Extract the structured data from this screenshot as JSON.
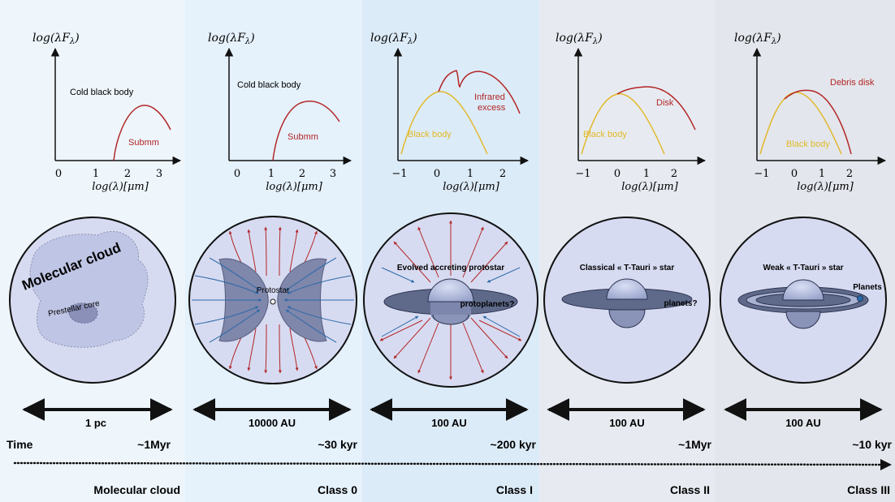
{
  "colors": {
    "panel_bg": [
      "#eef6fc",
      "#e3f0fa",
      "#dcebf8",
      "#e6ebf1",
      "#e3e6ec"
    ],
    "circle_fill": "#d7dbf1",
    "cloud_fill": "#bfc5e4",
    "red": "#b22626",
    "gold": "#e2b92a",
    "blue_arrow": "#2d6aa8",
    "dark_disk": "#5f6a8a",
    "sphere": "#bfc8e6"
  },
  "panels": [
    {
      "y_axis_label": "log(λF",
      "y_axis_sub": "λ",
      "x_axis_label": "log(λ)[μm]",
      "ticks": [
        "0",
        "1",
        "2",
        "3"
      ],
      "curve_labels": [
        "Cold black body",
        "Submm"
      ],
      "scale_label": "1 pc",
      "time_left": "Time",
      "time_right": "~1Myr",
      "stage_name": "Molecular cloud",
      "scene_labels": [
        "Molecular cloud",
        "Prestellar core"
      ]
    },
    {
      "y_axis_label": "log(λF",
      "y_axis_sub": "λ",
      "x_axis_label": "log(λ)[μm]",
      "ticks": [
        "0",
        "1",
        "2",
        "3"
      ],
      "curve_labels": [
        "Cold black body",
        "Submm"
      ],
      "scale_label": "10000 AU",
      "time_right": "~30 kyr",
      "stage_name": "Class 0",
      "scene_labels": [
        "Protostar"
      ]
    },
    {
      "y_axis_label": "log(λF",
      "y_axis_sub": "λ",
      "x_axis_label": "log(λ)[μm]",
      "ticks": [
        "−1",
        "0",
        "1",
        "2"
      ],
      "curve_labels": [
        "Black body",
        "Infrared",
        "excess"
      ],
      "scale_label": "100 AU",
      "time_right": "~200 kyr",
      "stage_name": "Class I",
      "scene_labels": [
        "Evolved accreting protostar",
        "protoplanets?"
      ]
    },
    {
      "y_axis_label": "log(λF",
      "y_axis_sub": "λ",
      "x_axis_label": "log(λ)[μm]",
      "ticks": [
        "−1",
        "0",
        "1",
        "2"
      ],
      "curve_labels": [
        "Black body",
        "Disk"
      ],
      "scale_label": "100 AU",
      "time_right": "~1Myr",
      "stage_name": "Class II",
      "scene_labels": [
        "Classical « T-Tauri » star",
        "planets?"
      ]
    },
    {
      "y_axis_label": "log(λF",
      "y_axis_sub": "λ",
      "x_axis_label": "log(λ)[μm]",
      "ticks": [
        "−1",
        "0",
        "1",
        "2"
      ],
      "curve_labels": [
        "Black body",
        "Debris disk"
      ],
      "scale_label": "100 AU",
      "time_right": "~10 kyr",
      "stage_name": "Class III",
      "scene_labels": [
        "Weak « T-Tauri » star",
        "Planets"
      ]
    }
  ]
}
